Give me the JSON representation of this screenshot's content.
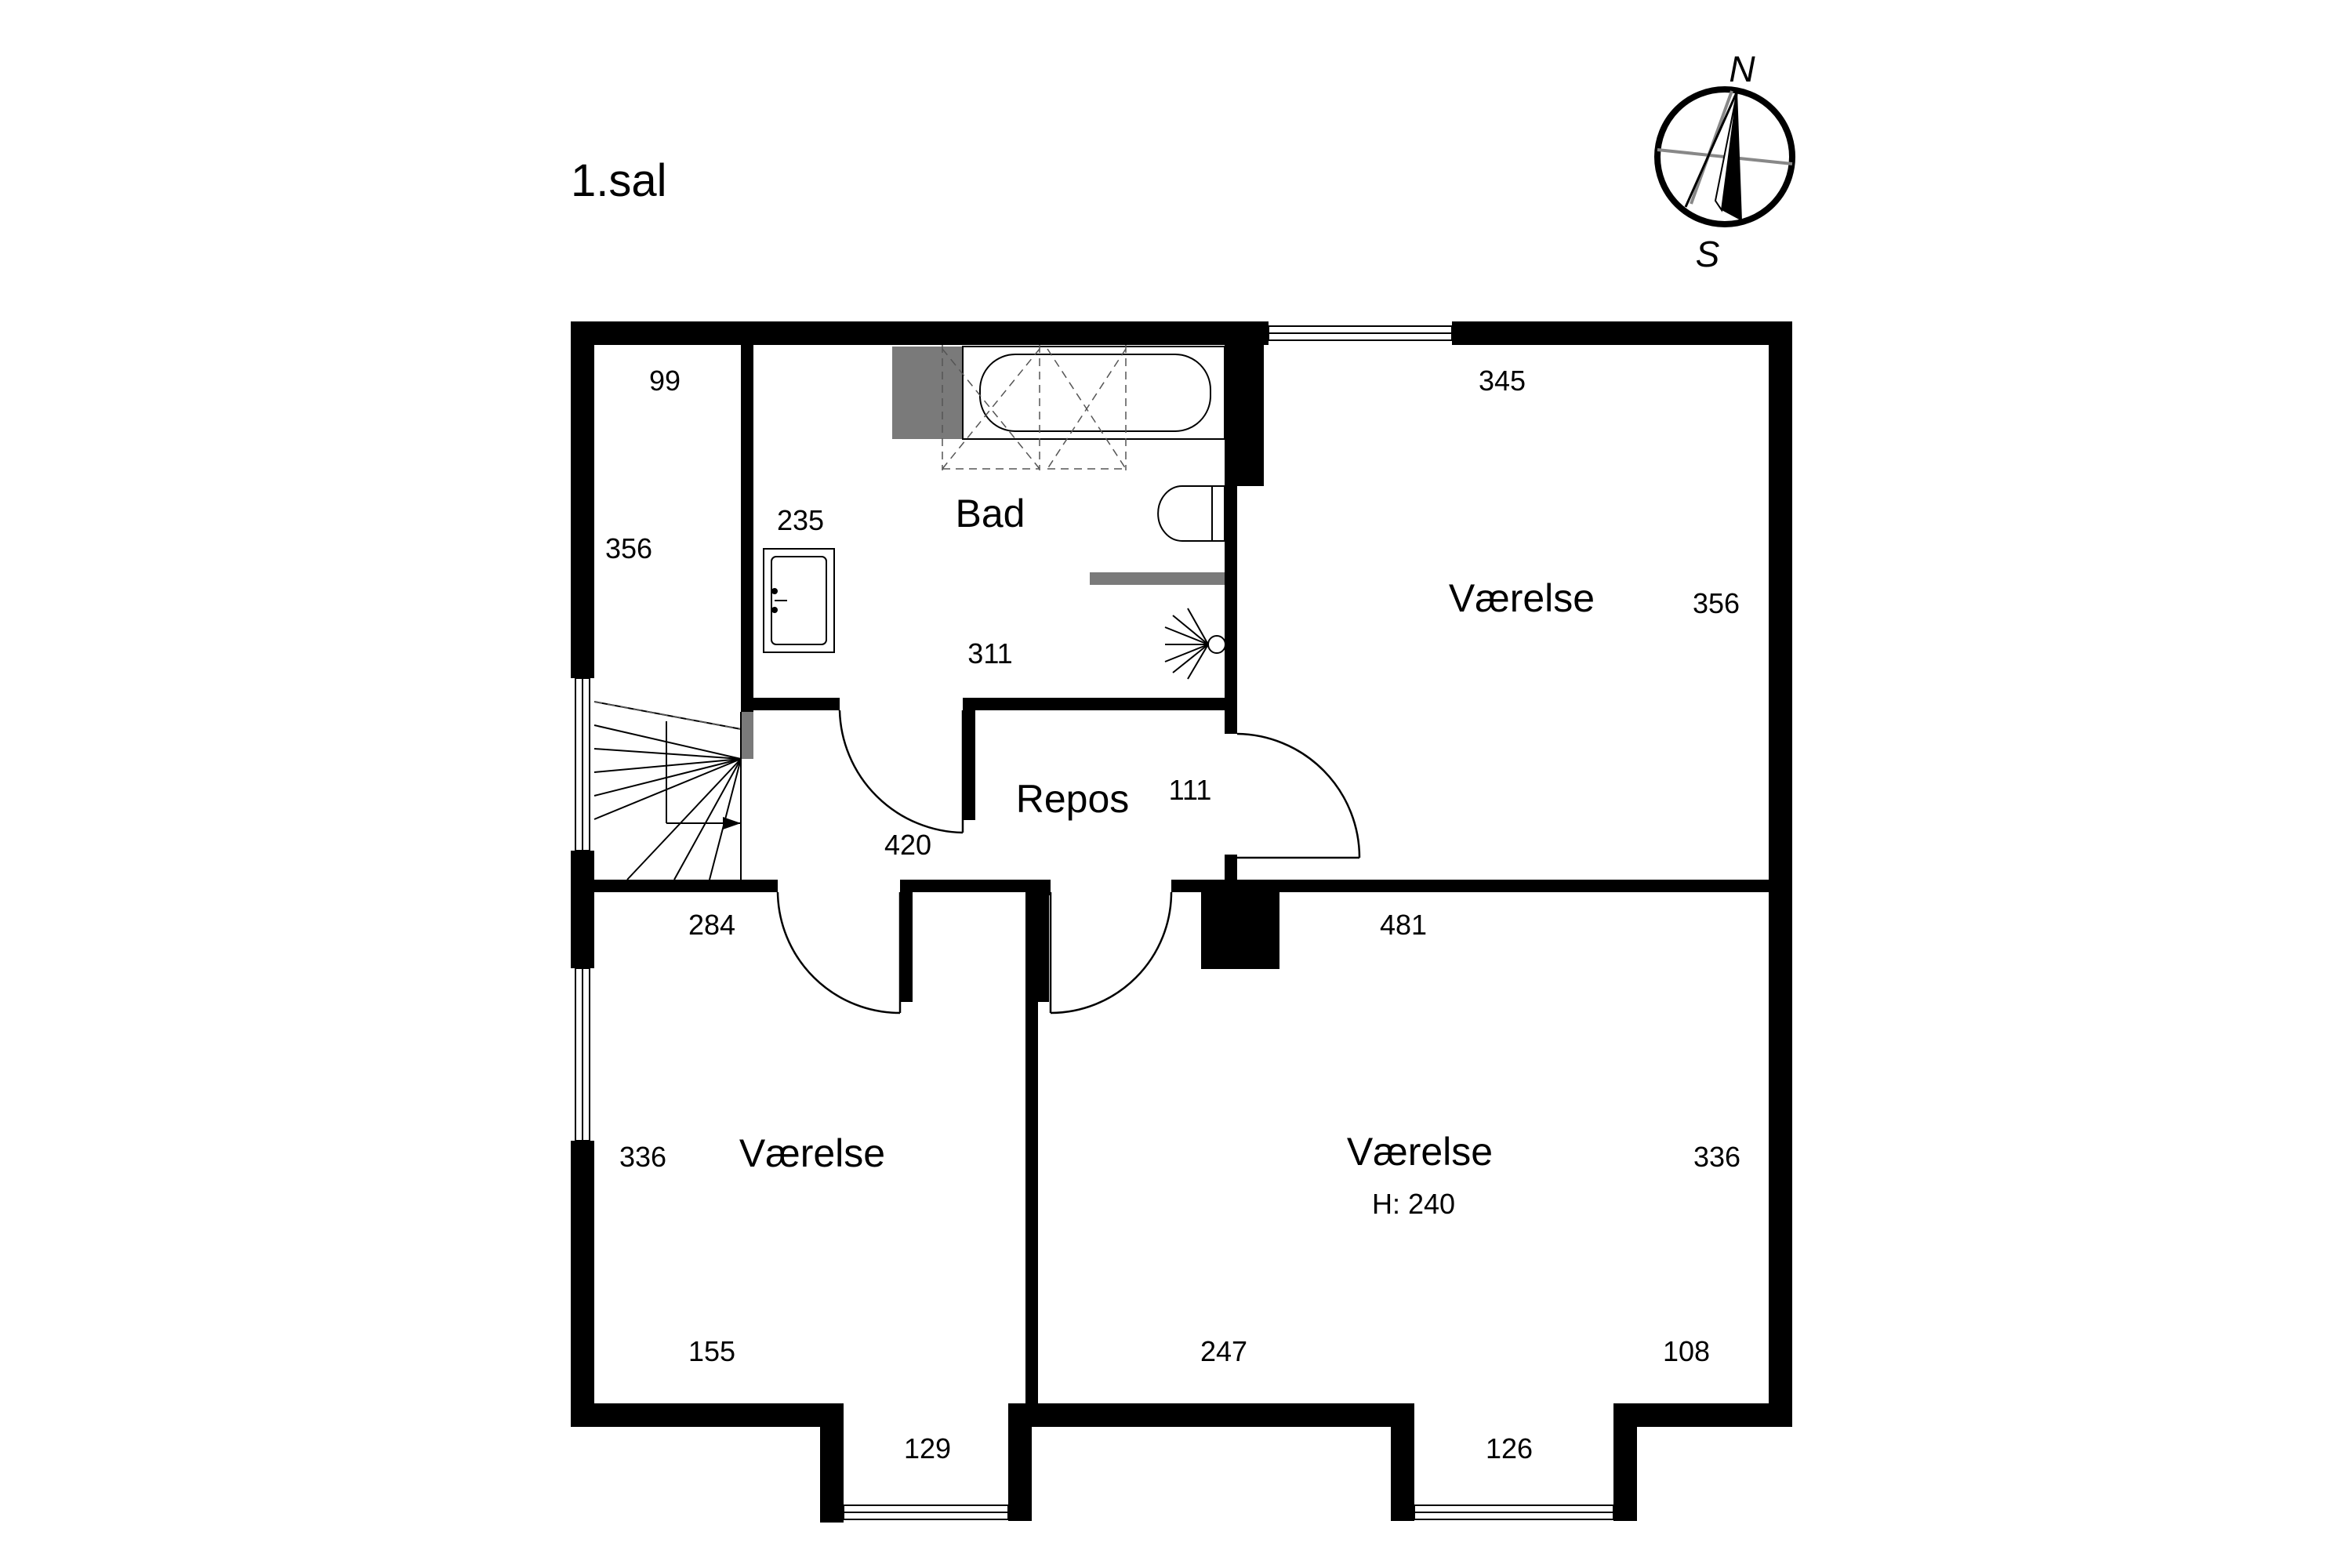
{
  "floor": {
    "title": "1.sal"
  },
  "compass": {
    "north": "N",
    "south": "S"
  },
  "rooms": {
    "bad": "Bad",
    "repos": "Repos",
    "vaerelse_ne": "Værelse",
    "vaerelse_sw": "Værelse",
    "vaerelse_se": "Værelse",
    "ceiling_height": "H: 240"
  },
  "dimensions": {
    "closet_width": "99",
    "closet_depth": "356",
    "bad_depth": "235",
    "bad_width": "311",
    "ne_width": "345",
    "ne_depth": "356",
    "repos_depth": "111",
    "repos_width": "420",
    "sw_top": "284",
    "se_top": "481",
    "sw_depth": "336",
    "se_depth": "336",
    "sw_bottom": "155",
    "se_bottom_left": "247",
    "se_bottom_right": "108",
    "sw_bay": "129",
    "se_bay": "126"
  }
}
